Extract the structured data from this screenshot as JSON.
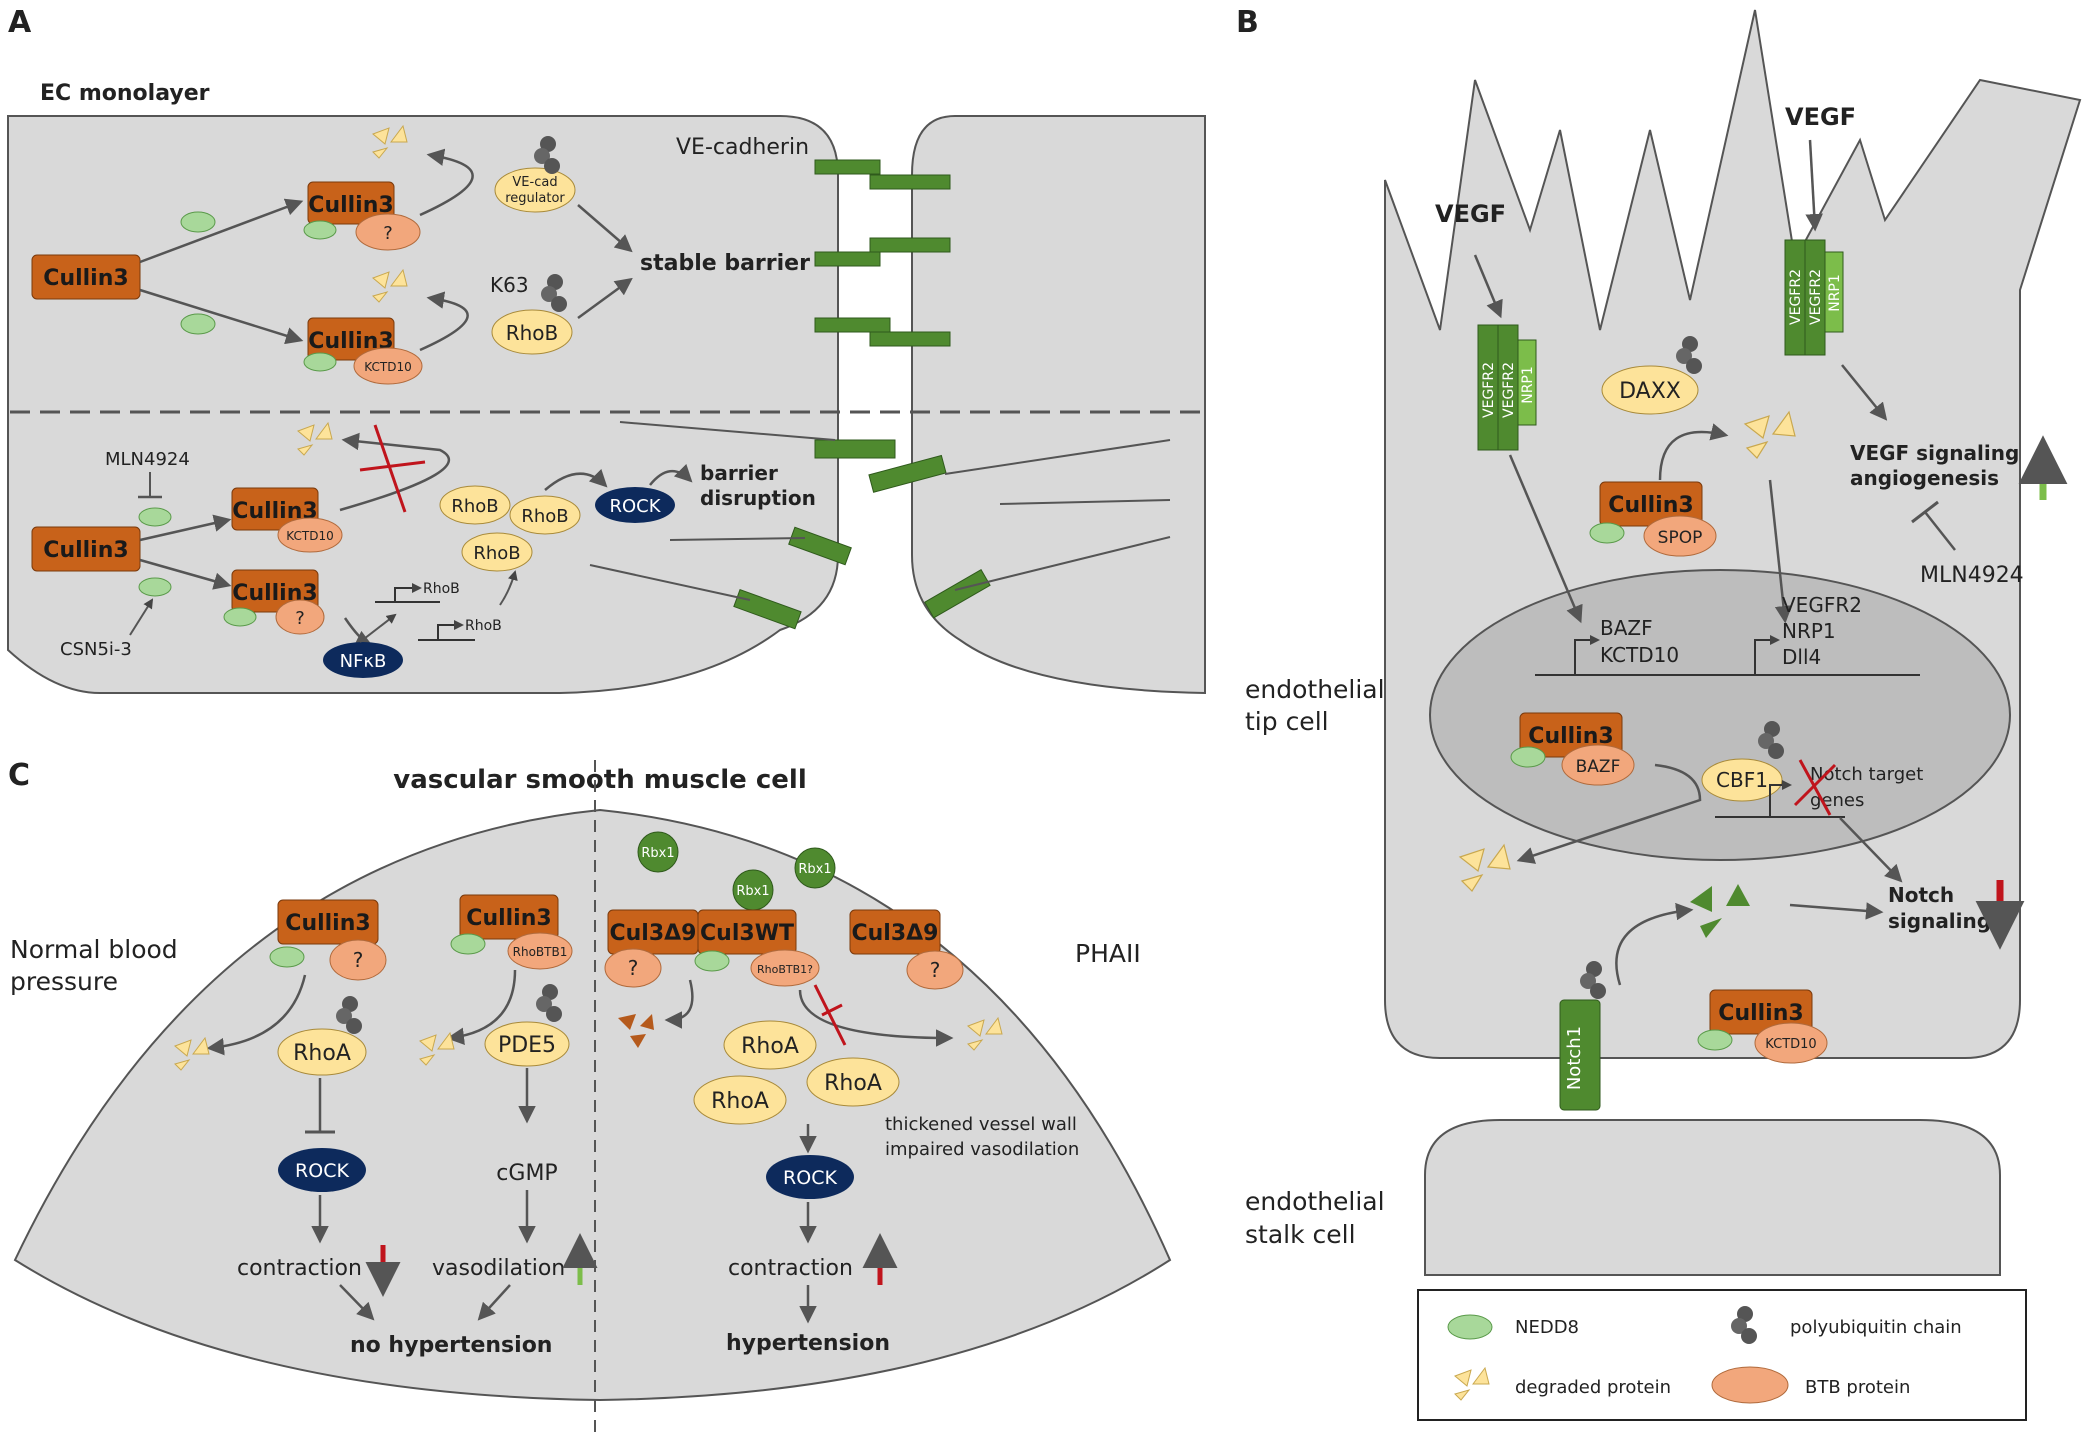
{
  "panels": {
    "a": {
      "letter": "A",
      "title": "EC monolayer",
      "ve_cadherin": "VE-cadherin",
      "stable_barrier": "stable barrier",
      "k63": "K63",
      "ve_cad_regulator": [
        "VE-cad",
        "regulator"
      ],
      "barrier_disruption": [
        "barrier",
        "disruption"
      ],
      "mln4924": "MLN4924",
      "csn5i3": "CSN5i-3",
      "nfkb": "NFκB",
      "rock": "ROCK",
      "rhob": "RhoB",
      "kctd10": "KCTD10",
      "question": "?",
      "cullin3": "Cullin3"
    },
    "b": {
      "letter": "B",
      "vegf": "VEGF",
      "vegfr2": "VEGFR2",
      "nrp1": "NRP1",
      "daxx": "DAXX",
      "spop": "SPOP",
      "vegf_signaling": [
        "VEGF signaling",
        "angiogenesis"
      ],
      "mln4924": "MLN4924",
      "bazf_kctd10_genes": [
        "BAZF",
        "KCTD10"
      ],
      "vegfr2_genes": [
        "VEGFR2",
        "NRP1",
        "Dll4"
      ],
      "tip_cell": [
        "endothelial",
        "tip cell"
      ],
      "stalk_cell": [
        "endothelial",
        "stalk cell"
      ],
      "bazf": "BAZF",
      "cbf1": "CBF1",
      "notch_target": [
        "Notch target",
        "genes"
      ],
      "notch_signaling": [
        "Notch",
        "signaling"
      ],
      "notch1": "Notch1",
      "kctd10": "KCTD10",
      "cullin3": "Cullin3"
    },
    "c": {
      "letter": "C",
      "title": "vascular smooth muscle cell",
      "normal_bp": [
        "Normal blood",
        "pressure"
      ],
      "phaii": "PHAII",
      "rbx1": "Rbx1",
      "rhobtb1": "RhoBTB1",
      "rhobtb1q": "RhoBTB1?",
      "rhoa": "RhoA",
      "pde5": "PDE5",
      "rock": "ROCK",
      "cgmp": "cGMP",
      "contraction": "contraction",
      "vasodilation": "vasodilation",
      "no_hypertension": "no hypertension",
      "hypertension": "hypertension",
      "cul3d9": "Cul3Δ9",
      "cul3wt": "Cul3WT",
      "thickened": [
        "thickened vessel wall",
        "impaired vasodilation"
      ],
      "question": "?",
      "cullin3": "Cullin3"
    }
  },
  "legend": {
    "nedd8": "NEDD8",
    "polyubiquitin": "polyubiquitin chain",
    "degraded": "degraded protein",
    "btb": "BTB protein"
  },
  "colors": {
    "cell_fill": "#d9d9d9",
    "nucleus_fill": "#bdbdbd",
    "cullin": "#c8621a",
    "btb": "#f2a77c",
    "nedd8": "#a8d89a",
    "rho": "#fde39a",
    "navy": "#0d2a5c",
    "cadherin": "#4f8a2f",
    "receptor": "#5a9a3a",
    "up_green": "#7cbd4a",
    "down_red": "#c0141c"
  }
}
